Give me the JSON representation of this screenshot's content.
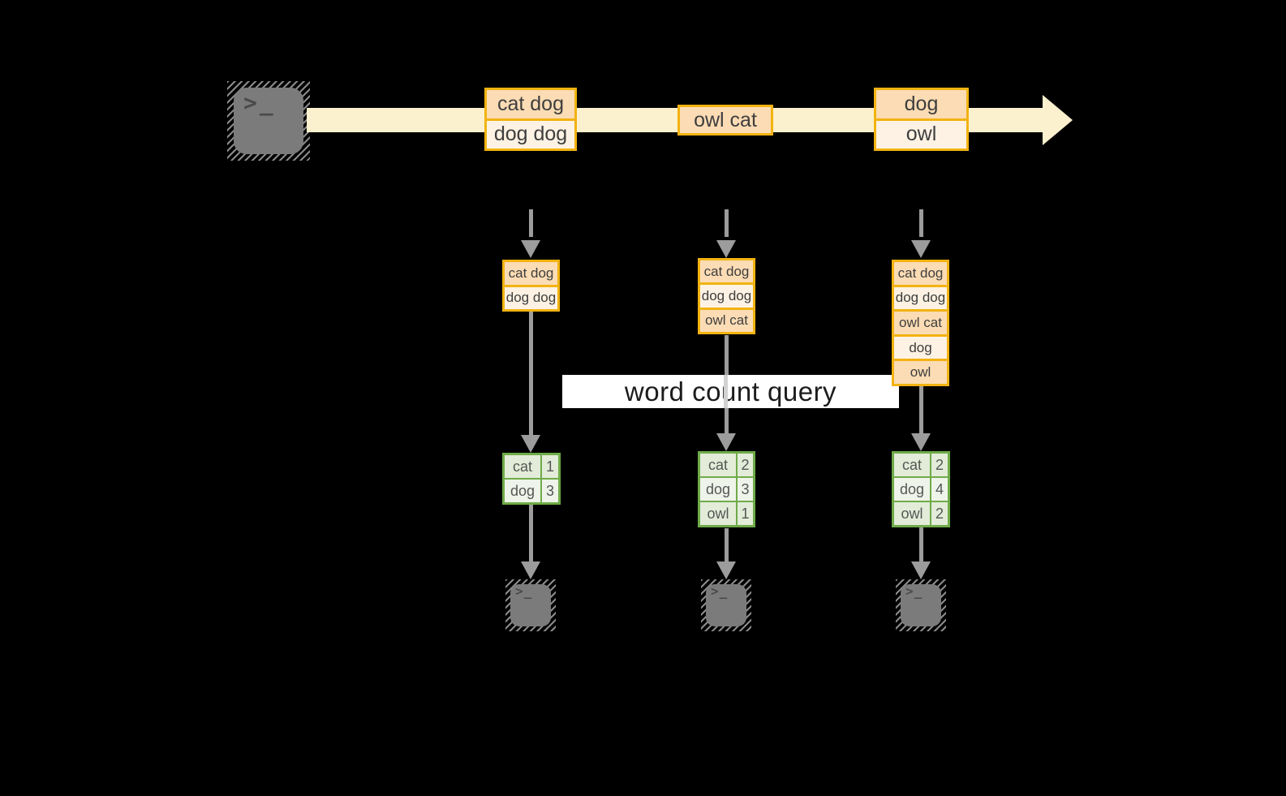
{
  "icons": {
    "terminal_prompt": ">_"
  },
  "stream": {
    "batches": [
      {
        "lines": [
          "cat dog",
          "dog dog"
        ]
      },
      {
        "lines": [
          "owl cat"
        ]
      },
      {
        "lines": [
          "dog",
          "owl"
        ]
      }
    ]
  },
  "state": {
    "stacks": [
      {
        "lines": [
          "cat dog",
          "dog dog"
        ]
      },
      {
        "lines": [
          "cat dog",
          "dog dog",
          "owl cat"
        ]
      },
      {
        "lines": [
          "cat dog",
          "dog dog",
          "owl cat",
          "dog",
          "owl"
        ]
      }
    ]
  },
  "query": {
    "label": "word count query"
  },
  "results": [
    {
      "rows": [
        {
          "word": "cat",
          "count": "1"
        },
        {
          "word": "dog",
          "count": "3"
        }
      ]
    },
    {
      "rows": [
        {
          "word": "cat",
          "count": "2"
        },
        {
          "word": "dog",
          "count": "3"
        },
        {
          "word": "owl",
          "count": "1"
        }
      ]
    },
    {
      "rows": [
        {
          "word": "cat",
          "count": "2"
        },
        {
          "word": "dog",
          "count": "4"
        },
        {
          "word": "owl",
          "count": "2"
        }
      ]
    }
  ],
  "colors": {
    "background": "#000000",
    "stream_band": "#fcf1ce",
    "box_border": "#f2b311",
    "cell_peach": "#fbdcb4",
    "cell_cream": "#fdf2e3",
    "table_border": "#6fab49",
    "table_row_green": "#e2ecd8",
    "table_row_light": "#eff4ea",
    "arrow_gray": "#9c9c9c",
    "terminal_gray": "#7b7b7b",
    "query_box": "#ffffff"
  }
}
